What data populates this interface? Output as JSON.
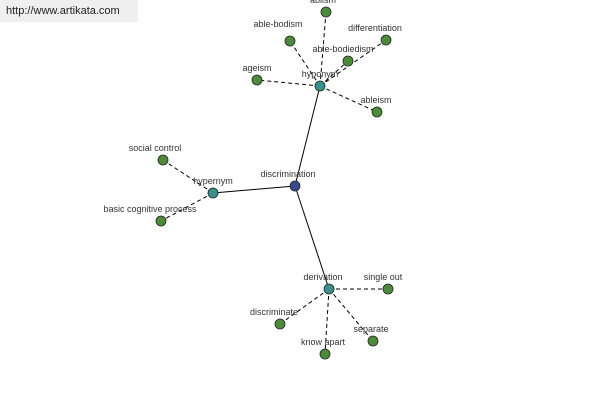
{
  "watermark": {
    "url": "http://www.artikata.com"
  },
  "colors": {
    "central_node": "#3a4a8c",
    "category_node": "#3d8f8f",
    "leaf_node": "#4f8a3c",
    "node_stroke": "#1e2a1e",
    "edge": "#000000"
  },
  "graph": {
    "center": {
      "id": "discrimination",
      "label": "discrimination"
    },
    "categories": [
      {
        "id": "hyponym",
        "label": "hyponym"
      },
      {
        "id": "hypernym",
        "label": "hypernym"
      },
      {
        "id": "derivation",
        "label": "derivation"
      }
    ],
    "leaves": [
      {
        "id": "ablism",
        "label": "ablism",
        "parent": "hyponym"
      },
      {
        "id": "able-bodism",
        "label": "able-bodism",
        "parent": "hyponym"
      },
      {
        "id": "differentiation",
        "label": "differentiation",
        "parent": "hyponym"
      },
      {
        "id": "able-bodiedism",
        "label": "able-bodiedism",
        "parent": "hyponym"
      },
      {
        "id": "ageism",
        "label": "ageism",
        "parent": "hyponym"
      },
      {
        "id": "ableism",
        "label": "ableism",
        "parent": "hyponym"
      },
      {
        "id": "social-control",
        "label": "social control",
        "parent": "hypernym"
      },
      {
        "id": "basic-cognitive-process",
        "label": "basic cognitive process",
        "parent": "hypernym"
      },
      {
        "id": "single-out",
        "label": "single out",
        "parent": "derivation"
      },
      {
        "id": "discriminate",
        "label": "discriminate",
        "parent": "derivation"
      },
      {
        "id": "separate",
        "label": "separate",
        "parent": "derivation"
      },
      {
        "id": "know-apart",
        "label": "know apart",
        "parent": "derivation"
      }
    ]
  }
}
